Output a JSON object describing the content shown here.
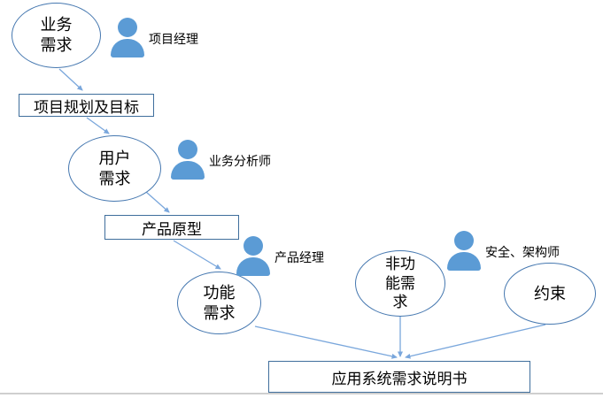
{
  "colors": {
    "actor_icon": "#5B9BD5",
    "ellipse_outline": "#4678B0",
    "rect_outline": "#3F6E9C",
    "connector": "#7AA7DC",
    "text": "#000000",
    "window_edge": "#CFCFCF"
  },
  "nodes": {
    "business_req": {
      "shape": "ellipse",
      "label": "业务\n需求"
    },
    "project_plan": {
      "shape": "rect",
      "label": "项目规划及目标"
    },
    "user_req": {
      "shape": "ellipse",
      "label": "用户\n需求"
    },
    "product_prototype": {
      "shape": "rect",
      "label": "产品原型"
    },
    "functional_req": {
      "shape": "ellipse",
      "label": "功能\n需求"
    },
    "nonfunctional_req": {
      "shape": "ellipse",
      "label": "非功\n能需\n求"
    },
    "constraint": {
      "shape": "ellipse",
      "label": "约束"
    },
    "spec": {
      "shape": "rect",
      "label": "应用系统需求说明书"
    }
  },
  "actors": {
    "project_manager": {
      "icon": "person-icon",
      "label": "项目经理",
      "attached_to": "business_req"
    },
    "business_analyst": {
      "icon": "person-icon",
      "label": "业务分析师",
      "attached_to": "user_req"
    },
    "product_manager": {
      "icon": "person-icon",
      "label": "产品经理",
      "attached_to": "functional_req"
    },
    "security_architect": {
      "icon": "person-icon",
      "label": "安全、架构师",
      "attached_to": "nonfunctional_req"
    }
  },
  "edges": [
    {
      "from": "business_req",
      "to": "project_plan"
    },
    {
      "from": "project_plan",
      "to": "user_req"
    },
    {
      "from": "user_req",
      "to": "product_prototype"
    },
    {
      "from": "product_prototype",
      "to": "functional_req"
    },
    {
      "from": "functional_req",
      "to": "spec"
    },
    {
      "from": "nonfunctional_req",
      "to": "spec"
    },
    {
      "from": "constraint",
      "to": "spec"
    }
  ]
}
